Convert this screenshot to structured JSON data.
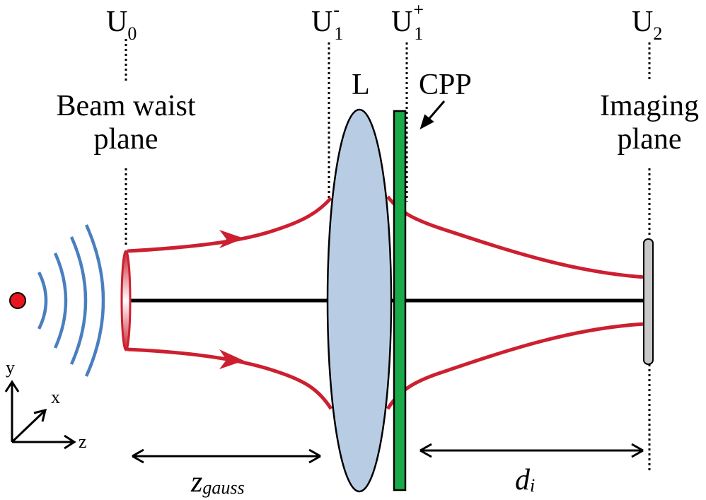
{
  "planes": {
    "u0": {
      "main": "U",
      "sub": "0",
      "sup": ""
    },
    "u1_minus": {
      "main": "U",
      "sub": "1",
      "sup": "-"
    },
    "u1_plus": {
      "main": "U",
      "sub": "1",
      "sup": "+"
    },
    "u2": {
      "main": "U",
      "sub": "2",
      "sup": ""
    }
  },
  "labels": {
    "beam_waist_line1": "Beam waist",
    "beam_waist_line2": "plane",
    "lens": "L",
    "cpp": "CPP",
    "imaging_line1": "Imaging",
    "imaging_line2": "plane"
  },
  "distances": {
    "z_main": "z",
    "z_sub": "gauss",
    "d_main": "d",
    "d_sub": "i"
  },
  "axes": {
    "x": "x",
    "y": "y",
    "z": "z"
  },
  "colors": {
    "beam": "#cc2030",
    "wave": "#4a7fbf",
    "lens_fill": "#b8cce4",
    "cpp_fill": "#1aaa4a",
    "screen_fill": "#c8c8c8",
    "source": "#e8141e"
  }
}
